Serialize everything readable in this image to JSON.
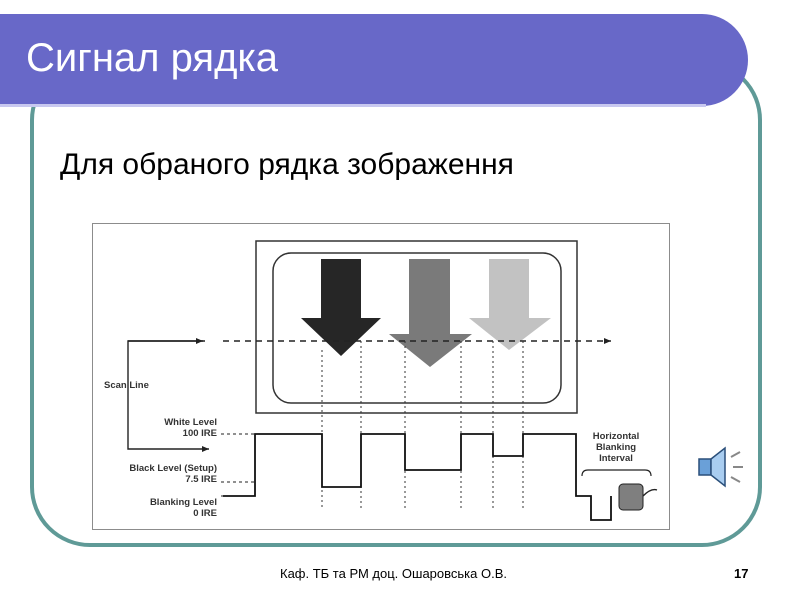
{
  "slide": {
    "title": "Сигнал рядка",
    "subtitle": "Для обраного рядка зображення",
    "footer": "Каф. ТБ та РМ доц. Ошаровська О.В.",
    "page_number": "17"
  },
  "diagram": {
    "labels": {
      "scan_line": "Scan Line",
      "white_level": "White Level",
      "white_ire": "100 IRE",
      "black_level": "Black Level (Setup)",
      "black_ire": "7.5 IRE",
      "blanking_level": "Blanking Level",
      "blanking_ire": "0 IRE",
      "hbi_1": "Horizontal",
      "hbi_2": "Blanking",
      "hbi_3": "Interval"
    },
    "arrow_colors": [
      "#262626",
      "#7a7a7a",
      "#c2c2c2"
    ]
  },
  "icons": {
    "speaker": "speaker-icon"
  }
}
